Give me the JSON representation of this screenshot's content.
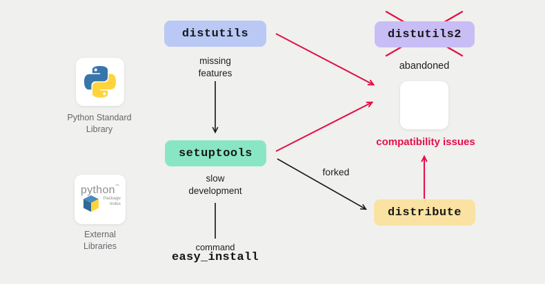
{
  "diagram": {
    "background": "#f0f0ee",
    "colors": {
      "red_accent": "#e31049",
      "black_line": "#1d1d1d",
      "distutils_bg": "#b9c8f5",
      "distutils2_bg": "#c9bdf5",
      "setuptools_bg": "#89e6c4",
      "distribute_bg": "#f9e2a2",
      "caption_gray": "#63666b",
      "python_blue": "#3776ab",
      "python_yellow": "#ffd43b"
    },
    "nodes": {
      "distutils": {
        "label": "distutils"
      },
      "distutils2": {
        "label": "distutils2"
      },
      "setuptools": {
        "label": "setuptools"
      },
      "distribute": {
        "label": "distribute"
      },
      "easy_install": {
        "prefix": "command",
        "label": "easy_install"
      }
    },
    "annotations": {
      "missing_features": "missing\nfeatures",
      "slow_development": "slow\ndevelopment",
      "abandoned": "abandoned",
      "forked": "forked",
      "compatibility_issues": "compatibility issues"
    },
    "cards": {
      "python_std": {
        "caption": "Python Standard\nLibrary"
      },
      "external": {
        "caption": "External\nLibraries",
        "logo_word": "python",
        "logo_tm": "™",
        "logo_sub": "Package\nIndex"
      }
    }
  }
}
